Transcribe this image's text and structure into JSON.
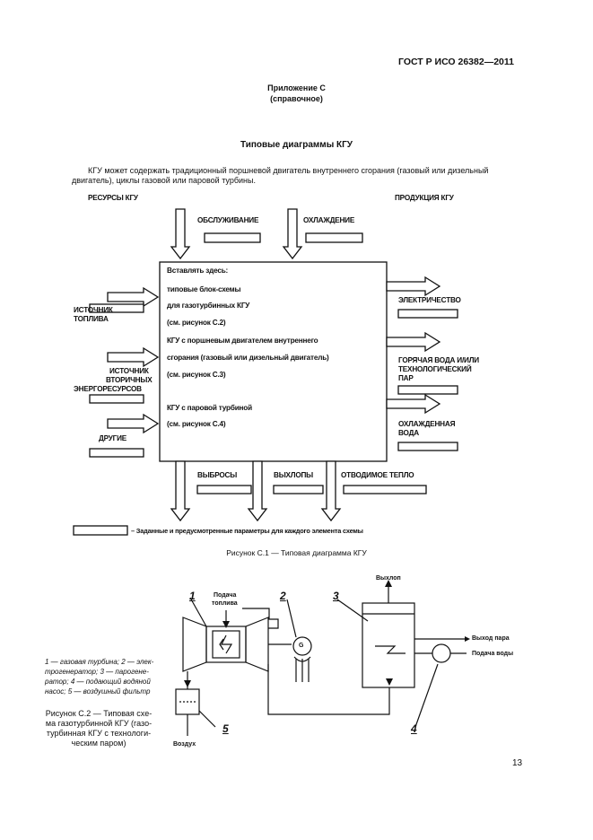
{
  "header": {
    "standard": "ГОСТ Р ИСО 26382—2011"
  },
  "annex": {
    "title": "Приложение С",
    "kind": "(справочное)"
  },
  "section_title": "Типовые диаграммы КГУ",
  "intro": {
    "line1": "КГУ может содержать традиционный поршневой двигатель внутреннего сгорания (газовый или дизельный",
    "line2": "двигатель), циклы газовой или паровой турбины."
  },
  "figure1": {
    "resources_label": "РЕСУРСЫ КГУ",
    "products_label": "ПРОДУКЦИЯ КГУ",
    "maintenance": "ОБСЛУЖИВАНИЕ",
    "cooling": "ОХЛАЖДЕНИЕ",
    "box_lines": [
      "Вставлять здесь:",
      "типовые блок-схемы",
      "для газотурбинных КГУ",
      "(см. рисунок С.2)",
      "КГУ с поршневым двигателем внутреннего",
      "сгорания (газовый или дизельный двигатель)",
      "(см. рисунок С.3)",
      "КГУ с паровой турбиной",
      "(см. рисунок С.4)"
    ],
    "inputs": {
      "fuel_line1": "ИСТОЧНИК",
      "fuel_line2": "ТОПЛИВА",
      "secondary_line1": "ИСТОЧНИК",
      "secondary_line2": "ВТОРИЧНЫХ",
      "secondary_line3": "ЭНЕРГОРЕСУРСОВ",
      "other": "ДРУГИЕ"
    },
    "outputs": {
      "electricity": "ЭЛЕКТРИЧЕСТВО",
      "hot_line1": "ГОРЯЧАЯ ВОДА И/ИЛИ",
      "hot_line2": "ТЕХНОЛОГИЧЕСКИЙ",
      "hot_line3": "ПАР",
      "chilled_line1": "ОХЛАЖДЕННАЯ",
      "chilled_line2": "ВОДА"
    },
    "bottom": {
      "emissions": "ВЫБРОСЫ",
      "exhausts": "ВЫХЛОПЫ",
      "heat": "ОТВОДИМОЕ ТЕПЛО"
    },
    "legend": "– Заданные и предусмотренные параметры для каждого элемента схемы",
    "caption": "Рисунок С.1 — Типовая диаграмма КГУ"
  },
  "figure2": {
    "numbers": [
      "1",
      "2",
      "3",
      "4",
      "5"
    ],
    "fuel_line1": "Подача",
    "fuel_line2": "топлива",
    "exhaust": "Выхлоп",
    "steam_out": "Выход пара",
    "water_in": "Подача воды",
    "air": "Воздух",
    "legend_lines": [
      "1 — газовая турбина; 2 — элек-",
      "трогенератор; 3 — парогене-",
      "ратор; 4 — подающий водяной",
      "насос; 5 — воздушный фильтр"
    ],
    "caption_lines": [
      "Рисунок С.2 — Типовая схе-",
      "ма газотурбинной КГУ (газо-",
      "турбинная КГУ с технологи-",
      "ческим паром)"
    ],
    "generator_symbol": "G"
  },
  "page_number": "13"
}
